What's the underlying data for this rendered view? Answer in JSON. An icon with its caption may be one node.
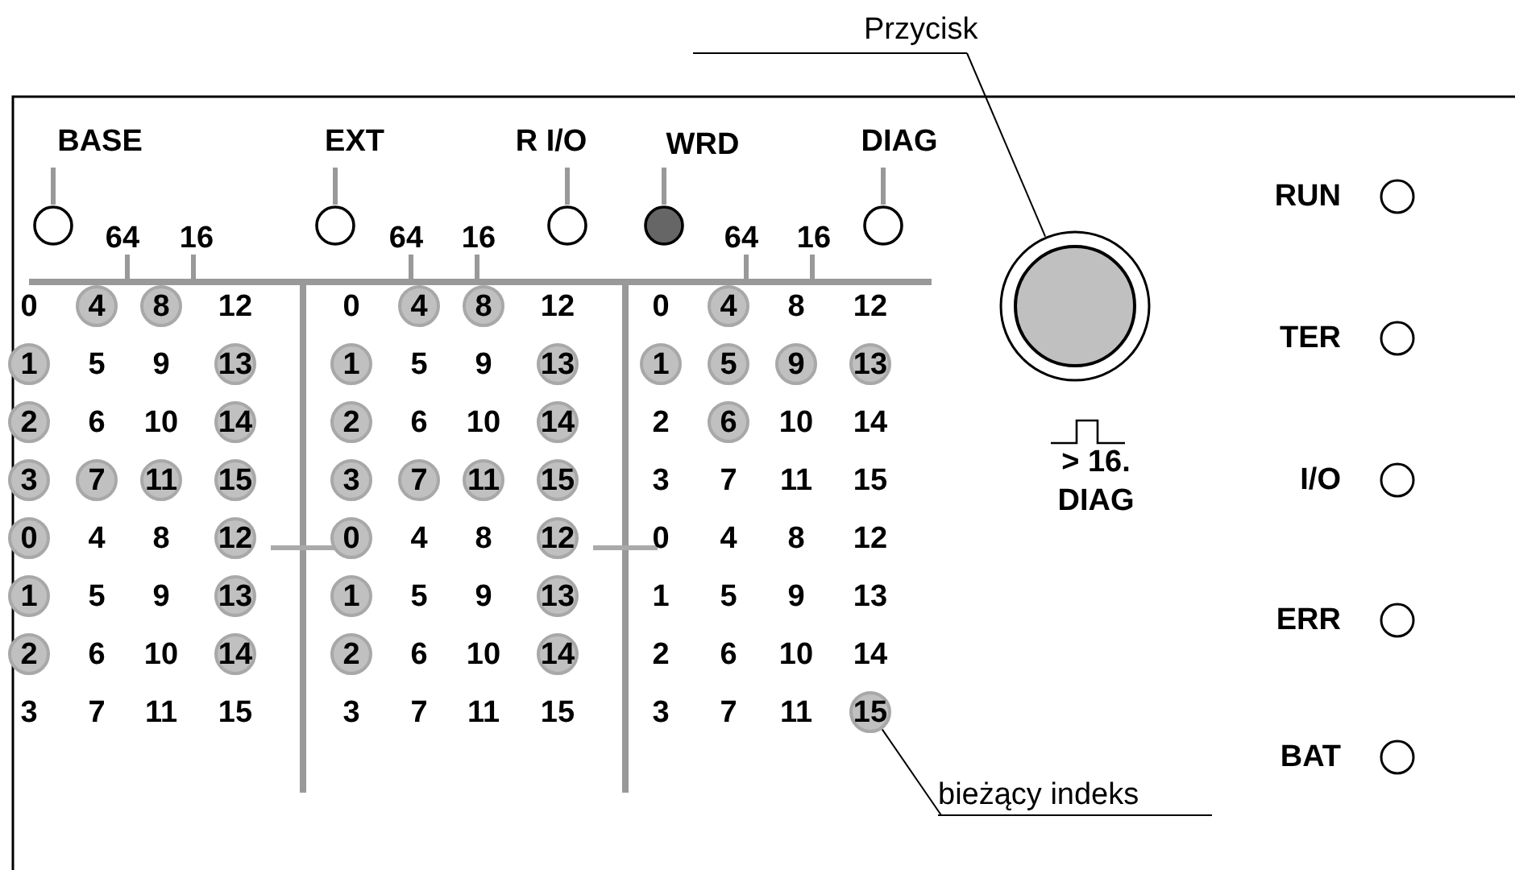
{
  "diagram": {
    "nodes": [
      {
        "text": [
          "Przycisk"
        ]
      },
      {
        "text": [],
        "shape": "circle"
      },
      {
        "text": [
          "4"
        ]
      },
      {
        "text": [
          "8"
        ]
      },
      {
        "text": [
          "4"
        ]
      },
      {
        "text": [
          "8"
        ]
      },
      {
        "text": [
          "4"
        ]
      },
      {
        "text": [
          "1"
        ]
      },
      {
        "text": [
          "13"
        ]
      },
      {
        "text": [
          "1"
        ]
      },
      {
        "text": [
          "13"
        ]
      },
      {
        "text": [
          "1"
        ]
      },
      {
        "text": [
          "5"
        ]
      },
      {
        "text": [
          "9"
        ]
      },
      {
        "text": [
          "13"
        ]
      },
      {
        "text": [
          "2"
        ]
      },
      {
        "text": [
          "14"
        ]
      },
      {
        "text": [
          "2"
        ]
      },
      {
        "text": [
          "14"
        ]
      },
      {
        "text": [
          "6"
        ]
      },
      {
        "text": [
          "3"
        ]
      },
      {
        "text": [
          "7"
        ]
      },
      {
        "text": [
          "11"
        ]
      },
      {
        "text": [
          "15"
        ]
      },
      {
        "text": [
          "3"
        ]
      },
      {
        "text": [
          "7"
        ]
      },
      {
        "text": [
          "11"
        ]
      },
      {
        "text": [
          "15"
        ]
      },
      {
        "text": [
          "0"
        ]
      },
      {
        "text": [
          "12"
        ]
      },
      {
        "text": [
          "0"
        ]
      },
      {
        "text": [
          "12"
        ]
      },
      {
        "text": [
          "1"
        ]
      },
      {
        "text": [
          "13"
        ]
      },
      {
        "text": [
          "1"
        ]
      },
      {
        "text": [
          "13"
        ]
      },
      {
        "text": [
          "2"
        ]
      },
      {
        "text": [
          "14"
        ]
      },
      {
        "text": [
          "2"
        ]
      },
      {
        "text": [
          "14"
        ]
      },
      {
        "text": [
          "15"
        ]
      },
      {
        "text": [
          "bieżący indeks"
        ]
      }
    ],
    "edges": [
      {
        "from": 0,
        "to": 1,
        "arrow": "none"
      },
      {
        "from": 41,
        "to": 40,
        "arrow": "none"
      }
    ],
    "labels": [
      "BASE",
      "EXT",
      "R I/O",
      "WRD",
      "DIAG",
      "64",
      "16",
      "64",
      "16",
      "64",
      "16",
      "RUN",
      "TER",
      "I/O",
      "ERR",
      "BAT",
      "> 16.",
      "DIAG",
      "0",
      "12",
      "0",
      "12",
      "0",
      "8",
      "12",
      "5",
      "9",
      "5",
      "9",
      "6",
      "10",
      "6",
      "10",
      "2",
      "10",
      "14",
      "3",
      "7",
      "11",
      "15",
      "4",
      "8",
      "4",
      "8",
      "0",
      "4",
      "8",
      "12",
      "5",
      "9",
      "5",
      "9",
      "1",
      "5",
      "9",
      "13",
      "6",
      "10",
      "6",
      "10",
      "2",
      "6",
      "10",
      "14",
      "3",
      "7",
      "11",
      "15",
      "3",
      "7",
      "11",
      "15",
      "3",
      "7",
      "11"
    ]
  }
}
